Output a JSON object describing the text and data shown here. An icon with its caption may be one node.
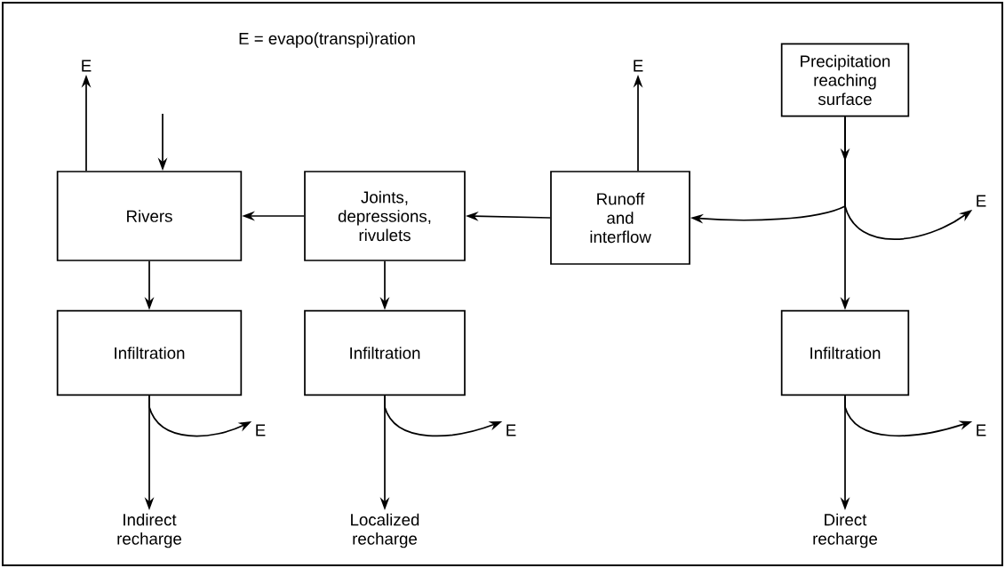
{
  "diagram": {
    "nodes": [
      {
        "text": [
          "Precipitation reaching surface"
        ]
      },
      {
        "text": [
          "Rivers"
        ]
      },
      {
        "text": [
          "Joints, depressions, rivulets"
        ]
      },
      {
        "text": [
          "Runoff and interflow"
        ]
      },
      {
        "text": [
          "Infiltration"
        ]
      },
      {
        "text": [
          "Infiltration"
        ]
      },
      {
        "text": [
          "Infiltration"
        ]
      },
      {
        "text": [
          "E"
        ]
      },
      {
        "text": [
          "E"
        ]
      },
      {
        "text": [
          "E"
        ]
      },
      {
        "text": [
          "E"
        ]
      },
      {
        "text": [
          "E"
        ]
      },
      {
        "text": [
          "E"
        ]
      },
      {
        "text": [
          "Indirect recharge"
        ]
      },
      {
        "text": [
          "Localized recharge"
        ]
      },
      {
        "text": [
          "Direct recharge"
        ]
      }
    ],
    "edges": [
      {
        "from": 0,
        "to": 6,
        "arrow": "to"
      },
      {
        "from": 0,
        "to": 3,
        "arrow": "to"
      },
      {
        "from": 0,
        "to": 9,
        "arrow": "to"
      },
      {
        "from": 3,
        "to": 2,
        "arrow": "to"
      },
      {
        "from": 2,
        "to": 1,
        "arrow": "to"
      },
      {
        "from": null,
        "to": 1,
        "arrow": "to"
      },
      {
        "from": 1,
        "to": 7,
        "arrow": "to"
      },
      {
        "from": 3,
        "to": 8,
        "arrow": "to"
      },
      {
        "from": 1,
        "to": 4,
        "arrow": "to"
      },
      {
        "from": 2,
        "to": 5,
        "arrow": "to"
      },
      {
        "from": 4,
        "to": 13,
        "arrow": "to"
      },
      {
        "from": 4,
        "to": 10,
        "arrow": "to"
      },
      {
        "from": 5,
        "to": 14,
        "arrow": "to"
      },
      {
        "from": 5,
        "to": 11,
        "arrow": "to"
      },
      {
        "from": 6,
        "to": 15,
        "arrow": "to"
      },
      {
        "from": 6,
        "to": 12,
        "arrow": "to"
      }
    ],
    "labels": [
      "E = evapo(transpi)ration"
    ]
  }
}
